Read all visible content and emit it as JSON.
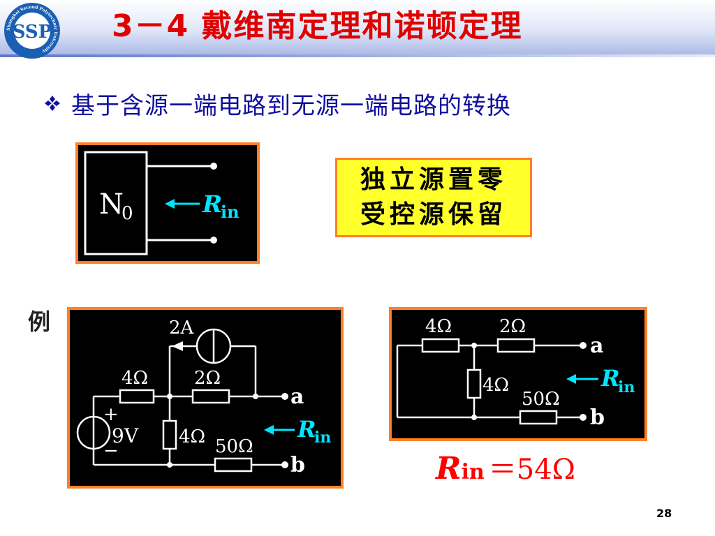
{
  "header": {
    "title": "3－4 戴维南定理和诺顿定理",
    "logo_text": "Shanghai Second Polytechnic University",
    "logo_letters": "SSP"
  },
  "bullet": {
    "icon": "diamond-cluster-icon",
    "text": "基于含源一端电路到无源一端电路的转换"
  },
  "n0_diagram": {
    "block_label": "N",
    "block_subscript": "0",
    "r_symbol": "R",
    "r_subscript": "in"
  },
  "rule_box": {
    "line1": "独立源置零",
    "line2": "受控源保留"
  },
  "example": {
    "label": "例",
    "left_circuit": {
      "current_source": "2A",
      "voltage_source": "9V",
      "plus": "+",
      "minus": "−",
      "r_left_top": "4Ω",
      "r_right_top": "2Ω",
      "r_middle": "4Ω",
      "r_bottom": "50Ω",
      "terminal_a": "a",
      "terminal_b": "b",
      "r_symbol": "R",
      "r_subscript": "in"
    },
    "right_circuit": {
      "r_left_top": "4Ω",
      "r_right_top": "2Ω",
      "r_middle": "4Ω",
      "r_bottom": "50Ω",
      "terminal_a": "a",
      "terminal_b": "b",
      "r_symbol": "R",
      "r_subscript": "in"
    }
  },
  "result": {
    "symbol": "R",
    "subscript": "in",
    "equation": "＝54Ω"
  },
  "footer": {
    "page_number": "28"
  },
  "colors": {
    "title": "#e00000",
    "bullet_text": "#1010a0",
    "panel_border": "#ff7f27",
    "panel_background": "#000000",
    "rule_box_background": "#ffff2a",
    "rin_label": "#00e5ff",
    "result": "#ff0000"
  }
}
